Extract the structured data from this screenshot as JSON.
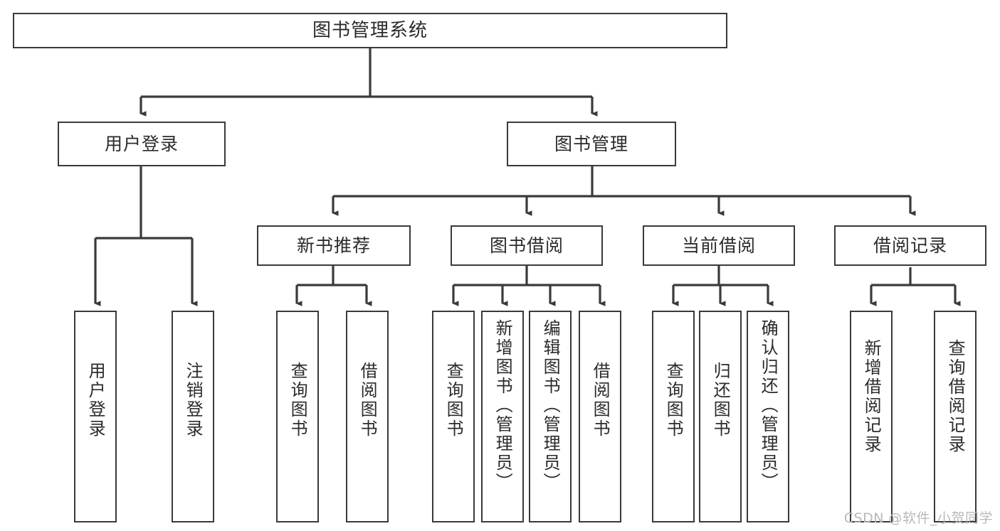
{
  "diagram": {
    "title": "图书管理系统",
    "type": "hierarchy-tree",
    "root": {
      "id": "root",
      "label": "图书管理系统"
    },
    "level2": [
      {
        "id": "user-login",
        "label": "用户登录"
      },
      {
        "id": "book-manage",
        "label": "图书管理"
      }
    ],
    "level3": [
      {
        "id": "new-book-rec",
        "label": "新书推荐",
        "parent": "book-manage"
      },
      {
        "id": "book-borrow",
        "label": "图书借阅",
        "parent": "book-manage"
      },
      {
        "id": "current-borrow",
        "label": "当前借阅",
        "parent": "book-manage"
      },
      {
        "id": "borrow-record",
        "label": "借阅记录",
        "parent": "book-manage"
      }
    ],
    "leaves": [
      {
        "id": "leaf-user-login",
        "label": "用户登录",
        "parent": "user-login"
      },
      {
        "id": "leaf-logout-login",
        "label": "注销登录",
        "parent": "user-login"
      },
      {
        "id": "leaf-query-book-1",
        "label": "查询图书",
        "parent": "new-book-rec"
      },
      {
        "id": "leaf-borrow-book-1",
        "label": "借阅图书",
        "parent": "new-book-rec"
      },
      {
        "id": "leaf-query-book-2",
        "label": "查询图书",
        "parent": "book-borrow"
      },
      {
        "id": "leaf-add-book",
        "label": "新增图书（管理员）",
        "parent": "book-borrow"
      },
      {
        "id": "leaf-edit-book",
        "label": "编辑图书（管理员）",
        "parent": "book-borrow"
      },
      {
        "id": "leaf-borrow-book-2",
        "label": "借阅图书",
        "parent": "book-borrow"
      },
      {
        "id": "leaf-query-book-3",
        "label": "查询图书",
        "parent": "current-borrow"
      },
      {
        "id": "leaf-return-book",
        "label": "归还图书",
        "parent": "current-borrow"
      },
      {
        "id": "leaf-confirm-return",
        "label": "确认归还（管理员）",
        "parent": "current-borrow"
      },
      {
        "id": "leaf-add-record",
        "label": "新增借阅记录",
        "parent": "borrow-record"
      },
      {
        "id": "leaf-query-record",
        "label": "查询借阅记录",
        "parent": "borrow-record"
      }
    ],
    "colors": {
      "stroke": "#3a3a3a",
      "text": "#2b2b2b",
      "background": "#ffffff",
      "watermark": "#b9b9b9"
    }
  },
  "watermark": {
    "text": "CSDN @软件_小贺同学"
  }
}
